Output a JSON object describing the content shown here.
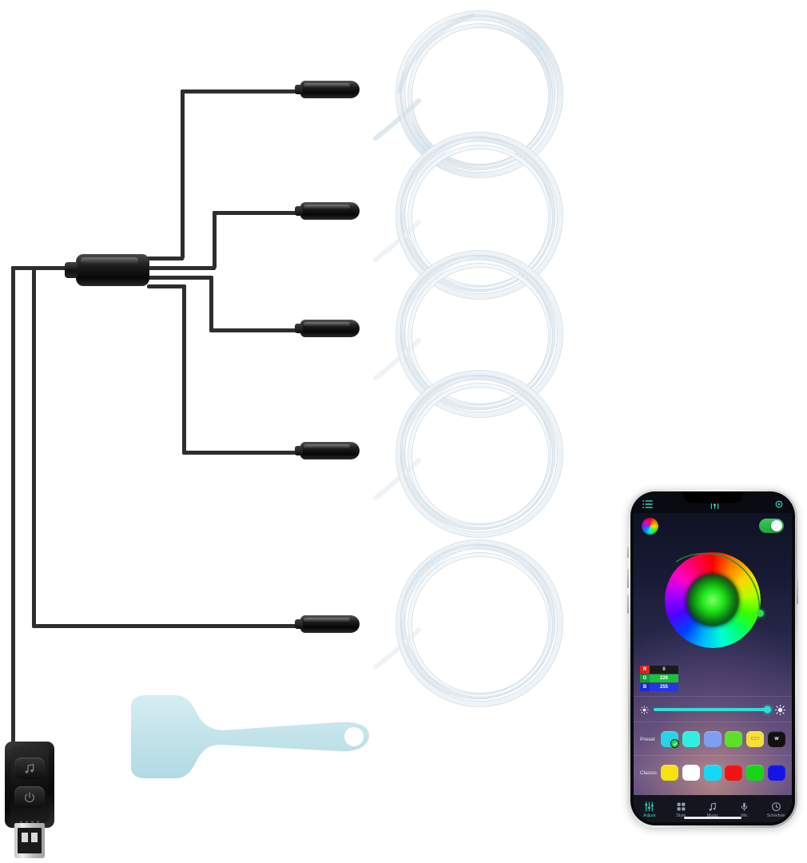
{
  "product": {
    "name": "car-interior-fiber-optic-ambient-light-kit",
    "parts": {
      "splitter_hub": "5-way splitter hub",
      "emitter": "LED fiber emitter module",
      "fiber_coil": "fiber optic strand coil",
      "usb_controller": "USB music controller box",
      "usb_plug": "USB-A plug",
      "trim_tool": "plastic trim pry tool"
    },
    "counts": {
      "emitters": 5,
      "coils": 5
    },
    "colors": {
      "cable": "#2e2e2e",
      "housing": "#0a0a0a",
      "fiber": "#eef3f7",
      "tool": "#c5e4ea"
    }
  },
  "phone": {
    "device": "smartphone",
    "frame_color": "#cfd1d4",
    "app": {
      "topbar": {
        "menu_icon": "list-icon",
        "title_icon": "sliders-icon",
        "right_icon": "circle-icon",
        "accent": "#2fd6c0"
      },
      "color_chip_icon": "color-wheel-icon",
      "power_toggle": {
        "label": "on",
        "state": "on",
        "color": "#34c759"
      },
      "color_wheel": {
        "type": "hue-ring",
        "center_color": "#22e81a",
        "arc_accent": "#2ddc4a"
      },
      "rgb": {
        "r_label": "R",
        "r_value": "0",
        "g_label": "G",
        "g_value": "226",
        "b_label": "B",
        "b_value": "255"
      },
      "brightness": {
        "left_icon": "sun-small-icon",
        "right_icon": "sun-large-icon",
        "value": 100,
        "track_color": "#2de0d8"
      },
      "preset": {
        "label": "Preset",
        "swatches": [
          {
            "name": "preset-cyan-selected",
            "color": "#27d3e8",
            "text": "",
            "selected": true
          },
          {
            "name": "preset-turquoise",
            "color": "#2ff0e0",
            "text": "",
            "selected": false
          },
          {
            "name": "preset-periwinkle",
            "color": "#7d9ff0",
            "text": "",
            "selected": false
          },
          {
            "name": "preset-green",
            "color": "#5ce02a",
            "text": "",
            "selected": false
          },
          {
            "name": "preset-cct",
            "color": "#f5e03a",
            "text": "CCT",
            "selected": false
          },
          {
            "name": "preset-white",
            "color": "#111111",
            "text": "W",
            "selected": false
          }
        ]
      },
      "classic": {
        "label": "Classic",
        "swatches": [
          {
            "name": "classic-yellow",
            "color": "#f5e114",
            "text": "",
            "selected": false
          },
          {
            "name": "classic-white",
            "color": "#ffffff",
            "text": "",
            "selected": false
          },
          {
            "name": "classic-cyan",
            "color": "#13d9f5",
            "text": "",
            "selected": false
          },
          {
            "name": "classic-red",
            "color": "#ef1515",
            "text": "",
            "selected": false
          },
          {
            "name": "classic-green",
            "color": "#17d617",
            "text": "",
            "selected": false
          },
          {
            "name": "classic-blue",
            "color": "#1514e8",
            "text": "",
            "selected": false
          }
        ]
      },
      "tabs": [
        {
          "name": "tab-adjust",
          "label": "Adjust",
          "icon": "sliders-icon",
          "active": true
        },
        {
          "name": "tab-style",
          "label": "Style",
          "icon": "grid-icon",
          "active": false
        },
        {
          "name": "tab-music",
          "label": "Music",
          "icon": "music-note-icon",
          "active": false
        },
        {
          "name": "tab-mic",
          "label": "Mic",
          "icon": "microphone-icon",
          "active": false
        },
        {
          "name": "tab-schedule",
          "label": "Schedule",
          "icon": "clock-icon",
          "active": false
        }
      ]
    }
  }
}
